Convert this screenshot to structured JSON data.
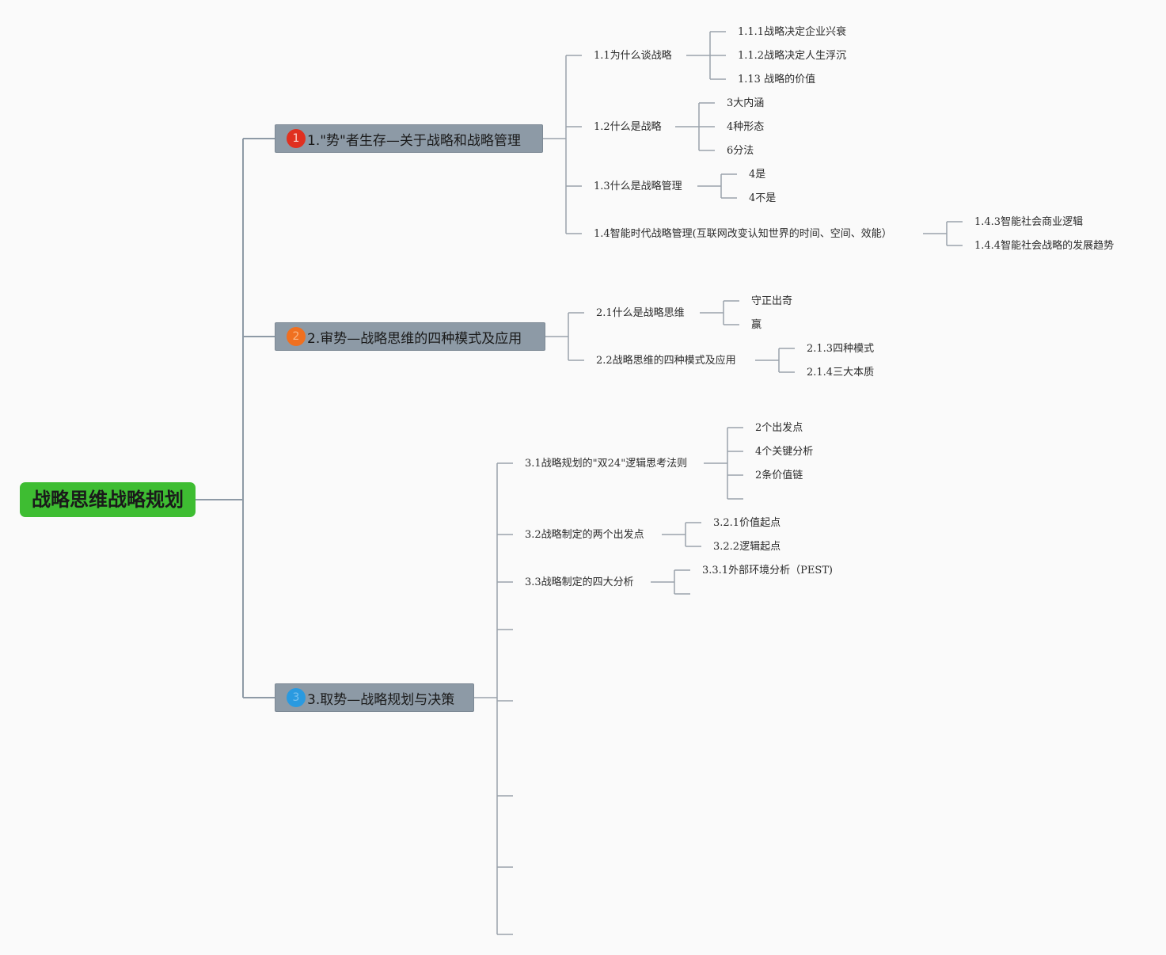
{
  "root": {
    "label": "战略思维战略规划"
  },
  "colors": {
    "root": "#3ebd32",
    "topic": "#8d9aa6",
    "line": "#9aa2ab",
    "badge1": "#e03020",
    "badge2": "#f07020",
    "badge3": "#2a9ae0"
  },
  "topics": [
    {
      "badge": "1",
      "label": "1.\"势\"者生存—关于战略和战略管理"
    },
    {
      "badge": "2",
      "label": "2.审势—战略思维的四种模式及应用"
    },
    {
      "badge": "3",
      "label": "3.取势—战略规划与决策"
    }
  ],
  "t1": {
    "s1": {
      "label": "1.1为什么谈战略",
      "c": [
        "1.1.1战略决定企业兴衰",
        "1.1.2战略决定人生浮沉",
        "1.13 战略的价值"
      ]
    },
    "s2": {
      "label": "1.2什么是战略",
      "c": [
        "3大内涵",
        "4种形态",
        "6分法"
      ]
    },
    "s3": {
      "label": "1.3什么是战略管理",
      "c": [
        "4是",
        "4不是"
      ]
    },
    "s4": {
      "label": "1.4智能时代战略管理(互联网改变认知世界的时间、空间、效能）",
      "c": [
        "1.4.3智能社会商业逻辑",
        "1.4.4智能社会战略的发展趋势"
      ]
    }
  },
  "t2": {
    "s1": {
      "label": "2.1什么是战略思维",
      "c": [
        "守正出奇",
        "赢"
      ]
    },
    "s2": {
      "label": "2.2战略思维的四种模式及应用",
      "c": [
        "2.1.3四种模式",
        "2.1.4三大本质"
      ]
    }
  },
  "t3": {
    "s1": {
      "label": "3.1战略规划的\"双24\"逻辑思考法则",
      "c": [
        "2个出发点",
        "4个关键分析",
        "2条价值链"
      ]
    },
    "s2": {
      "label": "3.2战略制定的两个出发点",
      "c": [
        "3.2.1价值起点",
        "3.2.2逻辑起点"
      ]
    },
    "s3": {
      "label": "3.3战略制定的四大分析",
      "c": [
        "3.3.1外部环境分析（PEST)"
      ]
    }
  }
}
